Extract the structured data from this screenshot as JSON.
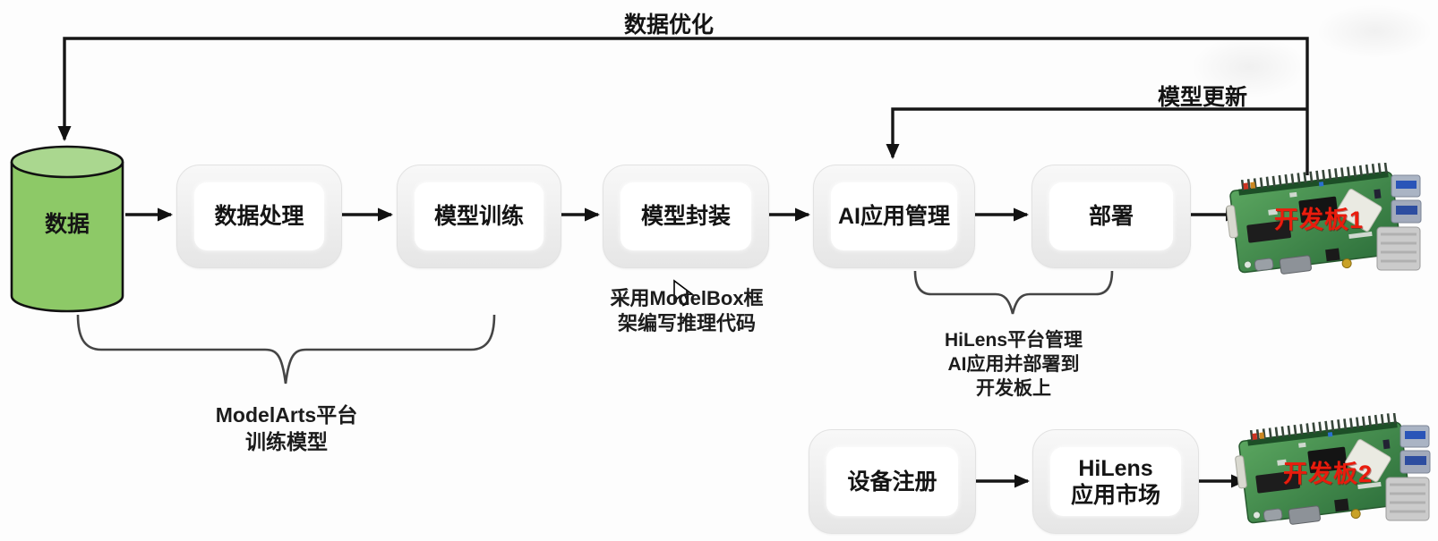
{
  "labels": {
    "data_optimization": "数据优化",
    "model_update": "模型更新"
  },
  "database": {
    "label": "数据",
    "body_color": "#8dc967",
    "top_color": "#aad78f"
  },
  "main_flow": [
    "数据处理",
    "模型训练",
    "模型封装",
    "AI应用管理",
    "部署"
  ],
  "bottom_flow": {
    "device_register": "设备注册",
    "hilens_market": {
      "line1": "HiLens",
      "line2": "应用市场"
    }
  },
  "boards": {
    "board1": {
      "label": "开发板1",
      "label_color": "#ea1c0d"
    },
    "board2": {
      "label": "开发板2",
      "label_color": "#ea1c0d"
    }
  },
  "annotations": {
    "modelbox": {
      "line1": "采用ModelBox框",
      "line2": "架编写推理代码"
    },
    "modelarts": {
      "line1": "ModelArts平台",
      "line2": "训练模型"
    },
    "hilens": {
      "line1": "HiLens平台管理",
      "line2": "AI应用并部署到",
      "line3": "开发板上"
    }
  },
  "line_color": "#161616",
  "brace_color": "#454545"
}
